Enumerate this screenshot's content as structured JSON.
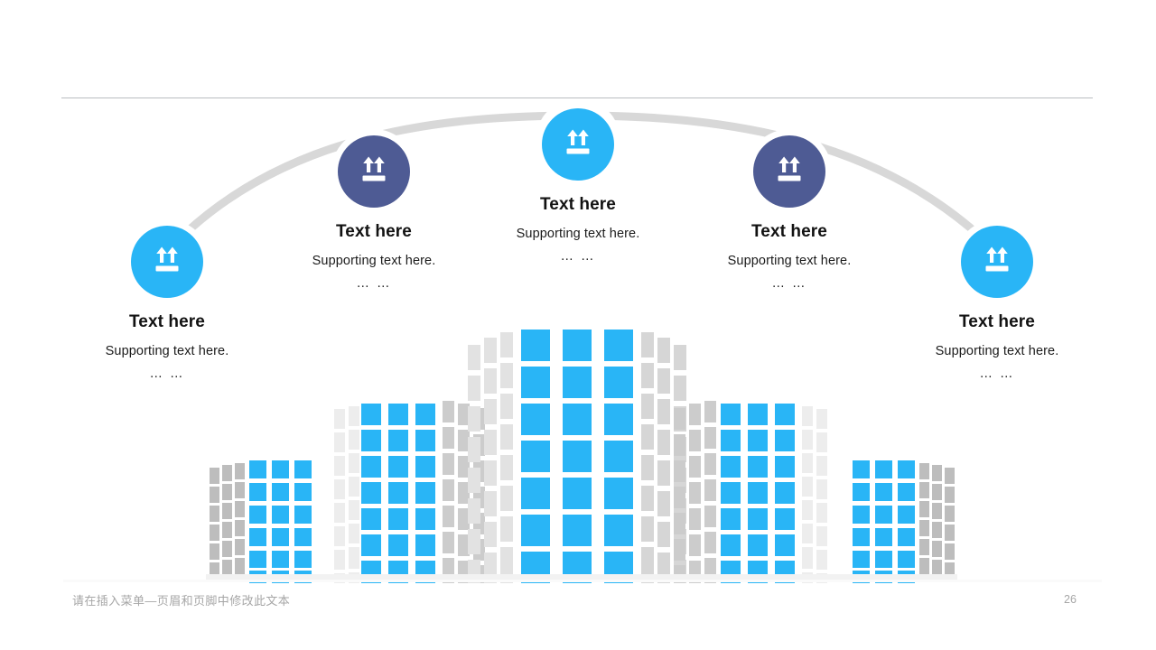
{
  "slide": {
    "page_number": "26",
    "footer_text": "请在插入菜单—页眉和页脚中修改此文本"
  },
  "theme": {
    "accent_cyan": "#29b5f6",
    "accent_navy": "#4e5b94",
    "arc_gray": "#d8d8d8",
    "rule_gray": "#b9bcc0",
    "building_gray_dark": "#bdbdbd",
    "building_gray_light": "#e8e8e8",
    "text_dark": "#121212",
    "footer_gray": "#a6a6a6"
  },
  "nodes": [
    {
      "id": "node-1",
      "color": "cyan",
      "icon": "this-side-up-icon",
      "title": "Text here",
      "subtitle": "Supporting text here.",
      "dots": "… …"
    },
    {
      "id": "node-2",
      "color": "navy",
      "icon": "this-side-up-icon",
      "title": "Text here",
      "subtitle": "Supporting text here.",
      "dots": "… …"
    },
    {
      "id": "node-3",
      "color": "cyan",
      "icon": "this-side-up-icon",
      "title": "Text here",
      "subtitle": "Supporting text here.",
      "dots": "… …"
    },
    {
      "id": "node-4",
      "color": "navy",
      "icon": "this-side-up-icon",
      "title": "Text here",
      "subtitle": "Supporting text here.",
      "dots": "… …"
    },
    {
      "id": "node-5",
      "color": "cyan",
      "icon": "this-side-up-icon",
      "title": "Text here",
      "subtitle": "Supporting text here.",
      "dots": "… …"
    }
  ],
  "illustration": {
    "name": "city-skyline-graphic",
    "buildings": [
      {
        "name": "building-far-left",
        "window_cols": 3,
        "window_rows": 6
      },
      {
        "name": "building-mid-left",
        "window_cols": 3,
        "window_rows": 7
      },
      {
        "name": "building-center",
        "window_cols": 3,
        "window_rows": 7
      },
      {
        "name": "building-mid-right",
        "window_cols": 3,
        "window_rows": 7
      },
      {
        "name": "building-far-right",
        "window_cols": 3,
        "window_rows": 6
      }
    ]
  }
}
